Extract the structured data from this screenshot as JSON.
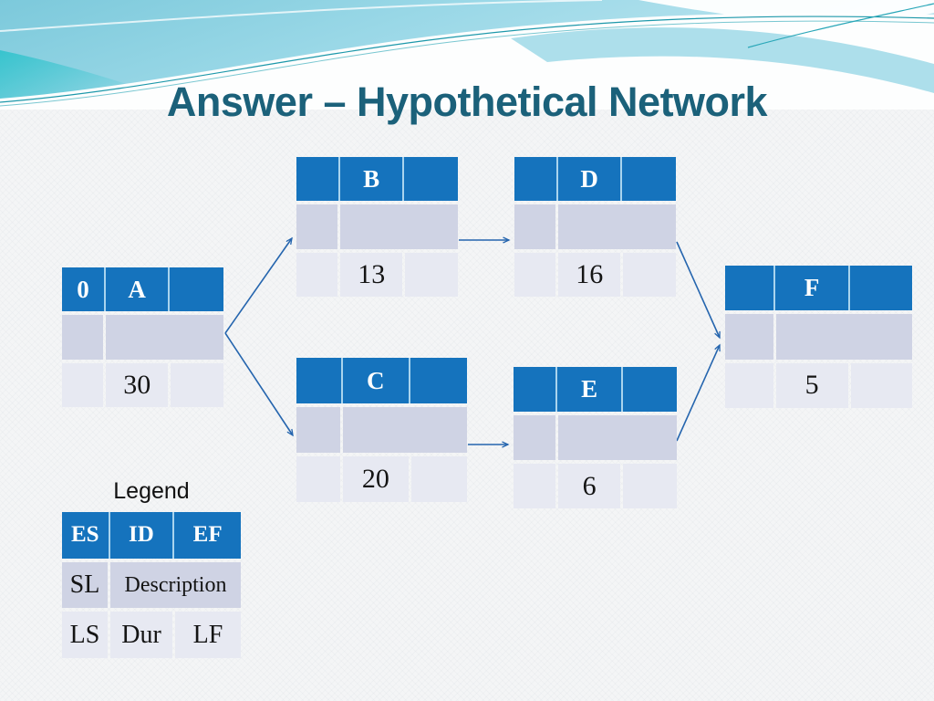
{
  "slide": {
    "title": "Answer – Hypothetical Network",
    "title_color": "#1b617a",
    "background_color": "#f4f5f6"
  },
  "colors": {
    "node_header_blue": "#1573bd",
    "node_middle_row": "#cfd3e4",
    "node_bottom_row": "#e7e9f2",
    "arrow_blue": "#2565ae",
    "wave_sky_blue": "#86cfe0",
    "wave_teal_accent": "#35c4cc"
  },
  "nodes": [
    {
      "id": "A",
      "es": "0",
      "dur": "30"
    },
    {
      "id": "B",
      "es": "",
      "dur": "13"
    },
    {
      "id": "C",
      "es": "",
      "dur": "20"
    },
    {
      "id": "D",
      "es": "",
      "dur": "16"
    },
    {
      "id": "E",
      "es": "",
      "dur": "6"
    },
    {
      "id": "F",
      "es": "",
      "dur": "5"
    }
  ],
  "edges": [
    "A→B",
    "A→C",
    "B→D",
    "C→E",
    "D→F",
    "E→F"
  ],
  "legend": {
    "label": "Legend",
    "cells": {
      "es": "ES",
      "id": "ID",
      "ef": "EF",
      "sl": "SL",
      "description": "Description",
      "ls": "LS",
      "dur": "Dur",
      "lf": "LF"
    }
  }
}
